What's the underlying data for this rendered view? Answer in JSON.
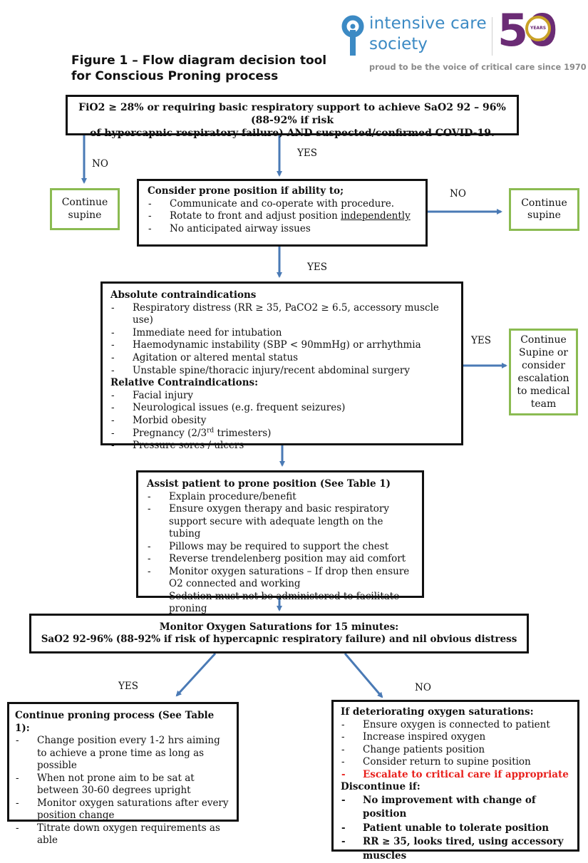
{
  "header": {
    "logo_line1": "intensive care",
    "logo_line2": "society",
    "logo_anniversary": "50",
    "logo_years": "YEARS",
    "tagline": "proud to be the voice of critical care since 1970",
    "title_line1": "Figure 1 – Flow diagram decision tool",
    "title_line2": "for Conscious Proning process"
  },
  "colors": {
    "brand_blue": "#3c8ac4",
    "brand_purple": "#6b2c75",
    "brand_gold": "#c9a227",
    "arrow": "#4a7ab5",
    "green_border": "#8bbb52",
    "alert_red": "#e8201c"
  },
  "box1": {
    "line1": "FiO2 ≥ 28% or requiring basic respiratory support to achieve SaO2 92 – 96% (88-92% if risk",
    "line2": "of hypercapnic respiratory failure) AND suspected/confirmed COVID-19."
  },
  "labels": {
    "no1": "NO",
    "yes1": "YES",
    "no2": "NO",
    "yes2": "YES",
    "yes3": "YES",
    "yes4": "YES",
    "no4": "NO"
  },
  "continue_supine_left": "Continue supine",
  "continue_supine_right": "Continue supine",
  "box2": {
    "title": "Consider prone position if ability to;",
    "items": [
      "Communicate and co-operate with procedure.",
      "Rotate to front and adjust position",
      "No anticipated airway issues"
    ],
    "item2_underlined": "independently"
  },
  "box3": {
    "absolute_title": "Absolute contraindications",
    "absolute_items": [
      "Respiratory distress (RR ≥ 35, PaCO2 ≥ 6.5, accessory muscle use)",
      "Immediate need for intubation",
      "Haemodynamic instability (SBP < 90mmHg) or arrhythmia",
      "Agitation or altered mental status",
      "Unstable spine/thoracic injury/recent abdominal surgery"
    ],
    "relative_title": "Relative Contraindications:",
    "relative_items": [
      "Facial injury",
      "Neurological issues (e.g. frequent seizures)",
      "Morbid obesity"
    ],
    "pregnancy_pre": "Pregnancy (2/3",
    "pregnancy_sup": "rd",
    "pregnancy_post": " trimesters)",
    "last_item": "Pressure sores / ulcers"
  },
  "escalation_box": "Continue Supine or consider escalation to medical team",
  "box4": {
    "title": "Assist patient to prone position (See Table 1)",
    "items": [
      "Explain procedure/benefit",
      "Ensure oxygen therapy and basic respiratory support secure with adequate length on the tubing",
      "Pillows may be required to support the chest",
      "Reverse trendelenberg position may aid comfort",
      "Monitor oxygen saturations – If drop then ensure O2 connected and working",
      "Sedation must not be administered to facilitate proning"
    ]
  },
  "box5": {
    "line1": "Monitor Oxygen Saturations for 15 minutes:",
    "line2": "SaO2 92-96% (88-92% if risk of hypercapnic respiratory failure) and nil obvious distress"
  },
  "box6": {
    "title": "Continue proning process (See Table 1):",
    "items": [
      "Change position every 1-2 hrs aiming to achieve a prone time as long as possible",
      "When not prone aim to be sat at between 30-60 degrees upright",
      "Monitor oxygen saturations after every position change",
      "Titrate down oxygen requirements as able"
    ]
  },
  "box7": {
    "title": "If deteriorating oxygen saturations:",
    "items": [
      "Ensure oxygen is connected to patient",
      "Increase inspired oxygen",
      "Change patients position",
      "Consider return to supine position"
    ],
    "escalate": "Escalate to critical care if appropriate",
    "discontinue_title": "Discontinue if:",
    "discontinue_items": [
      "No improvement with change of position",
      "Patient unable to tolerate position",
      "RR ≥ 35, looks tired, using accessory muscles"
    ]
  }
}
